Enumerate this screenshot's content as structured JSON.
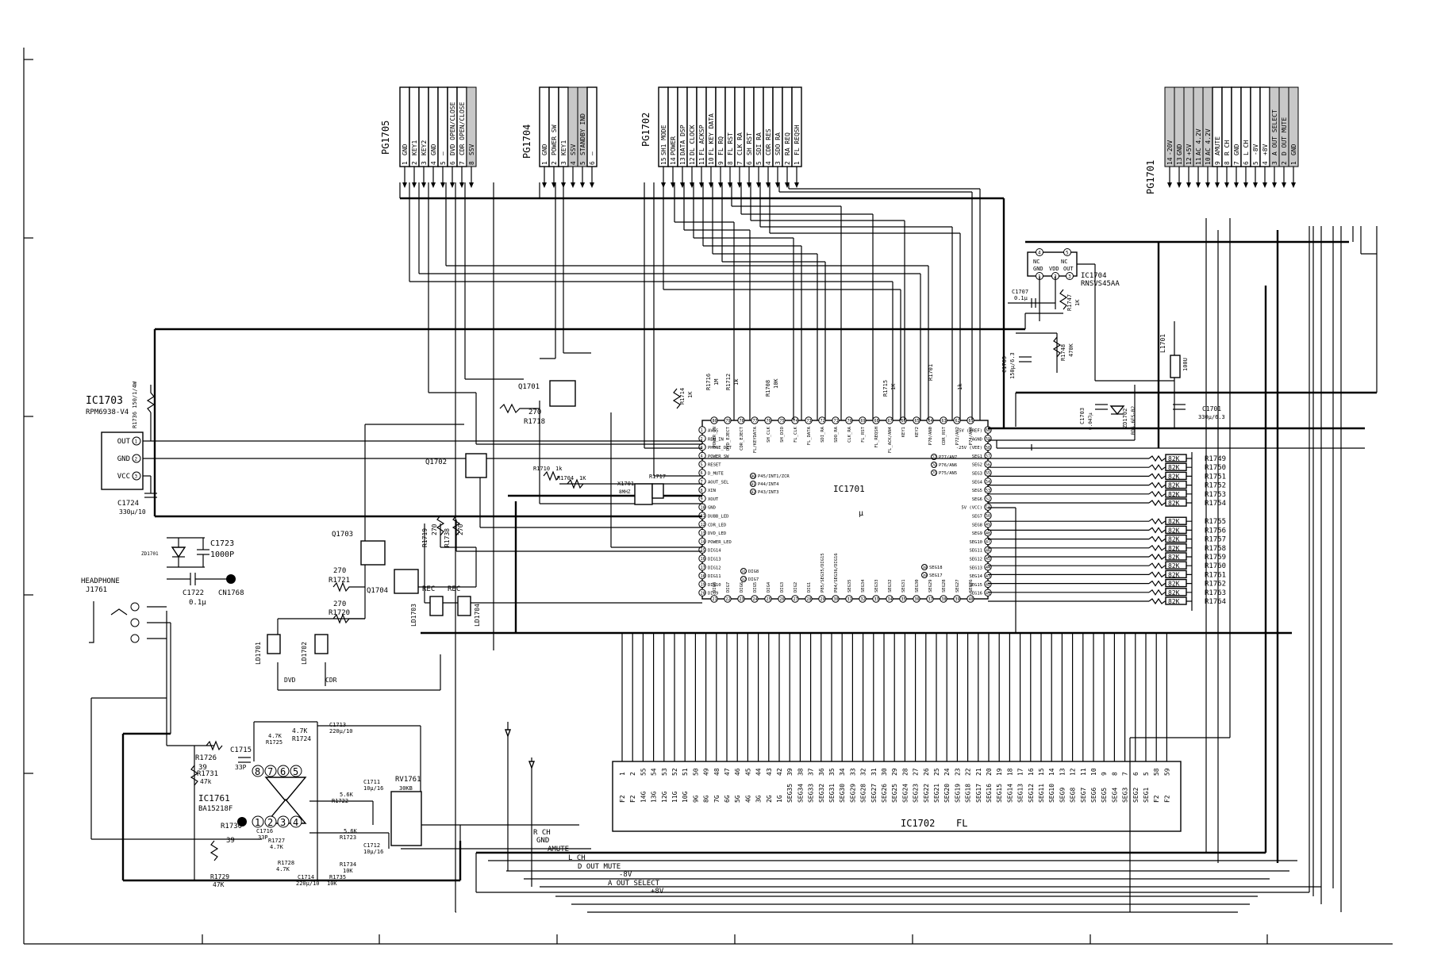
{
  "connectors": [
    {
      "id": "PG1705",
      "label": "PG1705",
      "pins": [
        {
          "n": "1",
          "name": "GND"
        },
        {
          "n": "2",
          "name": "KEY1"
        },
        {
          "n": "3",
          "name": "KEY2"
        },
        {
          "n": "4",
          "name": "GND"
        },
        {
          "n": "5",
          "name": "—"
        },
        {
          "n": "6",
          "name": "DVD OPEN/CLOSE"
        },
        {
          "n": "7",
          "name": "CDR OPEN/CLOSE"
        },
        {
          "n": "8",
          "name": "SSV"
        }
      ]
    },
    {
      "id": "PG1704",
      "label": "PG1704",
      "pins": [
        {
          "n": "1",
          "name": "GND"
        },
        {
          "n": "2",
          "name": "POWER SW"
        },
        {
          "n": "3",
          "name": "KEY1"
        },
        {
          "n": "4",
          "name": "SSV"
        },
        {
          "n": "5",
          "name": "STANDBY IND"
        },
        {
          "n": "6",
          "name": "—"
        }
      ]
    },
    {
      "id": "PG1702",
      "label": "PG1702",
      "pins": [
        {
          "n": "15",
          "name": "SH1 MODE"
        },
        {
          "n": "14",
          "name": "POWER"
        },
        {
          "n": "13",
          "name": "DATA DSP"
        },
        {
          "n": "12",
          "name": "DL CLOCK"
        },
        {
          "n": "11",
          "name": "FL ACKSP"
        },
        {
          "n": "10",
          "name": "FL KEY DATA"
        },
        {
          "n": "9",
          "name": "FL RQ"
        },
        {
          "n": "8",
          "name": "FL RST"
        },
        {
          "n": "7",
          "name": "CLK RA"
        },
        {
          "n": "6",
          "name": "SH RST"
        },
        {
          "n": "5",
          "name": "SDI RA"
        },
        {
          "n": "4",
          "name": "CDR RES"
        },
        {
          "n": "3",
          "name": "SDO RA"
        },
        {
          "n": "2",
          "name": "RA REQ"
        },
        {
          "n": "1",
          "name": "FL REQSH"
        }
      ]
    },
    {
      "id": "PG1701",
      "label": "PG1701",
      "pins": [
        {
          "n": "14",
          "name": "-20V"
        },
        {
          "n": "13",
          "name": "GND"
        },
        {
          "n": "12",
          "name": "+5V"
        },
        {
          "n": "11",
          "name": "AC 4.2V"
        },
        {
          "n": "10",
          "name": "AC 4.2V"
        },
        {
          "n": "9",
          "name": "AMUTE"
        },
        {
          "n": "8",
          "name": "R CH"
        },
        {
          "n": "7",
          "name": "GND"
        },
        {
          "n": "6",
          "name": "L CH"
        },
        {
          "n": "5",
          "name": "-8V"
        },
        {
          "n": "4",
          "name": "+8V"
        },
        {
          "n": "3",
          "name": "A OUT SELECT"
        },
        {
          "n": "2",
          "name": "D OUT MUTE"
        },
        {
          "n": "1",
          "name": "GND"
        }
      ]
    }
  ],
  "ic1703": {
    "ref": "IC1703",
    "part": "RPM6938-V4",
    "pins": [
      {
        "n": "1",
        "name": "OUT"
      },
      {
        "n": "2",
        "name": "GND"
      },
      {
        "n": "3",
        "name": "VCC"
      }
    ]
  },
  "ic1704": {
    "ref": "IC1704",
    "part": "RNSVS45AA",
    "pin_names": [
      "NC",
      "NC",
      "GND",
      "VDD",
      "OUT"
    ],
    "pin_nums": [
      "4",
      "5",
      "1",
      "2",
      "3"
    ]
  },
  "ic1701": {
    "ref": "IC1701",
    "mu": "μ",
    "left_pins": [
      {
        "n": "1",
        "name": "AVSS"
      },
      {
        "n": "2",
        "name": "REM_IN"
      },
      {
        "n": "3",
        "name": "PHONE_DET"
      },
      {
        "n": "4",
        "name": "POWER_SW"
      },
      {
        "n": "5",
        "name": "RESET"
      },
      {
        "n": "6",
        "name": "D_MUTE"
      },
      {
        "n": "7",
        "name": "AOUT_SEL"
      },
      {
        "n": "8",
        "name": "XIN"
      },
      {
        "n": "9",
        "name": "XOUT"
      },
      {
        "n": "10",
        "name": "GND"
      },
      {
        "n": "11",
        "name": "DUBB_LED"
      },
      {
        "n": "12",
        "name": "CDR_LED"
      },
      {
        "n": "13",
        "name": "DVD_LED"
      },
      {
        "n": "14",
        "name": "POWER_LED"
      },
      {
        "n": "15",
        "name": "DIG14"
      },
      {
        "n": "16",
        "name": "DIG13"
      },
      {
        "n": "17",
        "name": "DIG12"
      },
      {
        "n": "18",
        "name": "DIG11"
      },
      {
        "n": "19",
        "name": "DIG10"
      },
      {
        "n": "20",
        "name": "DIG9"
      }
    ],
    "right_pins": [
      {
        "n": "60",
        "name": "5V (VREF)"
      },
      {
        "n": "59",
        "name": "AGND"
      },
      {
        "n": "58",
        "name": "-25V (VEE)"
      },
      {
        "n": "57",
        "name": "SEG1"
      },
      {
        "n": "56",
        "name": "SEG2"
      },
      {
        "n": "55",
        "name": "SEG3"
      },
      {
        "n": "54",
        "name": "SEG4"
      },
      {
        "n": "53",
        "name": "SEG5"
      },
      {
        "n": "52",
        "name": "SEG6"
      },
      {
        "n": "51",
        "name": "5V (VCC)"
      },
      {
        "n": "50",
        "name": "SEG7"
      },
      {
        "n": "49",
        "name": "SEG8"
      },
      {
        "n": "48",
        "name": "SEG9"
      },
      {
        "n": "47",
        "name": "SEG10"
      },
      {
        "n": "46",
        "name": "SEG11"
      },
      {
        "n": "45",
        "name": "SEG12"
      },
      {
        "n": "44",
        "name": "SEG13"
      },
      {
        "n": "43",
        "name": "SEG14"
      },
      {
        "n": "42",
        "name": "SEG15"
      },
      {
        "n": "41",
        "name": "SEG16"
      }
    ],
    "top_pins": [
      {
        "n": "80",
        "name": "POWER_ON"
      },
      {
        "n": "79",
        "name": "DVD_EJECT"
      },
      {
        "n": "78",
        "name": "CDR_EJECT"
      },
      {
        "n": "77",
        "name": "FL/KEYDATA"
      },
      {
        "n": "76",
        "name": "SH_CLK"
      },
      {
        "n": "75",
        "name": "SH_DIO"
      },
      {
        "n": "74",
        "name": "FL_CLK"
      },
      {
        "n": "73",
        "name": "FL_DATA"
      },
      {
        "n": "72",
        "name": "SDI_RA"
      },
      {
        "n": "71",
        "name": "SDO_RA"
      },
      {
        "n": "70",
        "name": "CLK_RA"
      },
      {
        "n": "69",
        "name": "FL_RST"
      },
      {
        "n": "68",
        "name": "FL_REQSH"
      },
      {
        "n": "67",
        "name": "FL_ACK/AN4"
      },
      {
        "n": "66",
        "name": "KEY1"
      },
      {
        "n": "65",
        "name": "KEY2"
      },
      {
        "n": "64",
        "name": "P70/AN0"
      },
      {
        "n": "63",
        "name": "CDR_RST"
      },
      {
        "n": "62",
        "name": "P72/AN2"
      },
      {
        "n": "61",
        "name": "P74/AN4"
      }
    ],
    "bottom_pins": [
      {
        "n": "21",
        "name": "DIG8"
      },
      {
        "n": "22",
        "name": "DIG7"
      },
      {
        "n": "23",
        "name": "DIG6"
      },
      {
        "n": "24",
        "name": "DIG5"
      },
      {
        "n": "25",
        "name": "DIG4"
      },
      {
        "n": "26",
        "name": "DIG3"
      },
      {
        "n": "27",
        "name": "DIG2"
      },
      {
        "n": "28",
        "name": "DIG1"
      },
      {
        "n": "29",
        "name": "P85/SEG35/DIG15"
      },
      {
        "n": "30",
        "name": "P84/SEG36/DIG16"
      },
      {
        "n": "31",
        "name": "SEG35"
      },
      {
        "n": "32",
        "name": "SEG34"
      },
      {
        "n": "33",
        "name": "SEG33"
      },
      {
        "n": "34",
        "name": "SEG32"
      },
      {
        "n": "35",
        "name": "SEG31"
      },
      {
        "n": "36",
        "name": "SEG30"
      },
      {
        "n": "37",
        "name": "SEG29"
      },
      {
        "n": "38",
        "name": "SEG28"
      },
      {
        "n": "39",
        "name": "SEG27"
      },
      {
        "n": "40",
        "name": "SEG26"
      }
    ],
    "inner_left": [
      "P45/INT1/ZCR",
      "P44/INT4",
      "P43/INT3"
    ],
    "inner_left_nums": [
      "80",
      "81",
      "82"
    ],
    "inner_right": [
      "P77/AN7",
      "P76/AN6",
      "P75/AN5"
    ],
    "inner_right_nums": [
      "77",
      "76",
      "75"
    ],
    "inner_bottom": [
      "DIG8",
      "DIG7"
    ],
    "inner_bottom_nums": [
      "31",
      "32"
    ],
    "inner_br": [
      "SEG18",
      "SEG17"
    ],
    "inner_br_nums": [
      "38",
      "39"
    ]
  },
  "ic1702": {
    "ref": "IC1702",
    "label": "FL",
    "pin_pairs": [
      [
        "F2",
        "1"
      ],
      [
        "F2",
        "2"
      ],
      [
        "14G",
        "55"
      ],
      [
        "13G",
        "54"
      ],
      [
        "12G",
        "53"
      ],
      [
        "11G",
        "52"
      ],
      [
        "10G",
        "51"
      ],
      [
        "9G",
        "50"
      ],
      [
        "8G",
        "49"
      ],
      [
        "7G",
        "48"
      ],
      [
        "6G",
        "47"
      ],
      [
        "5G",
        "46"
      ],
      [
        "4G",
        "45"
      ],
      [
        "3G",
        "44"
      ],
      [
        "2G",
        "43"
      ],
      [
        "1G",
        "42"
      ],
      [
        "SEG35",
        "39"
      ],
      [
        "SEG34",
        "38"
      ],
      [
        "SEG33",
        "37"
      ],
      [
        "SEG32",
        "36"
      ],
      [
        "SEG31",
        "35"
      ],
      [
        "SEG30",
        "34"
      ],
      [
        "SEG29",
        "33"
      ],
      [
        "SEG28",
        "32"
      ],
      [
        "SEG27",
        "31"
      ],
      [
        "SEG26",
        "30"
      ],
      [
        "SEG25",
        "29"
      ],
      [
        "SEG24",
        "28"
      ],
      [
        "SEG23",
        "27"
      ],
      [
        "SEG22",
        "26"
      ],
      [
        "SEG21",
        "25"
      ],
      [
        "SEG20",
        "24"
      ],
      [
        "SEG19",
        "23"
      ],
      [
        "SEG18",
        "22"
      ],
      [
        "SEG17",
        "21"
      ],
      [
        "SEG16",
        "20"
      ],
      [
        "SEG15",
        "19"
      ],
      [
        "SEG14",
        "18"
      ],
      [
        "SEG13",
        "17"
      ],
      [
        "SEG12",
        "16"
      ],
      [
        "SEG11",
        "15"
      ],
      [
        "SEG10",
        "14"
      ],
      [
        "SEG9",
        "13"
      ],
      [
        "SEG8",
        "12"
      ],
      [
        "SEG7",
        "11"
      ],
      [
        "SEG6",
        "10"
      ],
      [
        "SEG5",
        "9"
      ],
      [
        "SEG4",
        "8"
      ],
      [
        "SEG3",
        "7"
      ],
      [
        "SEG2",
        "6"
      ],
      [
        "SEG1",
        "5"
      ],
      [
        "F2",
        "58"
      ],
      [
        "F2",
        "59"
      ]
    ]
  },
  "ic1761": {
    "ref": "IC1761",
    "part": "BA15218F",
    "top_pins": [
      "8",
      "7",
      "6",
      "5"
    ],
    "bottom_pins": [
      "1",
      "2",
      "3",
      "4"
    ]
  },
  "right_resistors": {
    "value": "82K",
    "refs": [
      "R1749",
      "R1750",
      "R1751",
      "R1752",
      "R1753",
      "R1754",
      "R1755",
      "R1756",
      "R1757",
      "R1758",
      "R1759",
      "R1760",
      "R1761",
      "R1762",
      "R1763",
      "R1764"
    ]
  },
  "parts": {
    "r1736": "R1736 150/1/4W",
    "c1724": "C1724",
    "c1724_val": "330μ/10",
    "zd1701": "ZD1701",
    "c1723": "C1723",
    "c1723_val": "1000P",
    "c1722": "C1722",
    "c1722_val": "0.1μ",
    "cn1768": "CN1768",
    "headphone": "HEADPHONE",
    "j1761": "J1761",
    "q1701": "Q1701",
    "r1718_val": "270",
    "r1718": "R1718",
    "q1702": "Q1702",
    "q1703": "Q1703",
    "q1704": "Q1704",
    "r1721_val": "270",
    "r1721": "R1721",
    "r1720_val": "270",
    "r1720": "R1720",
    "r1719": "R1719",
    "r1719_val": "270",
    "r1738": "R1738",
    "r1738_val": "270",
    "r1710": "R1710",
    "r1710_val": "1k",
    "r1704": "R1704",
    "r1704_val": "1K",
    "x1701": "X1701",
    "x1701_val": "8MHZ",
    "r1717": "R1717",
    "rec1": "REC",
    "rec2": "REC",
    "ld1703": "LD1703",
    "ld1704": "LD1704",
    "ld1701": "LD1701",
    "ld1702": "LD1702",
    "dvd": "DVD",
    "cdr": "CDR",
    "r1714": "R1714",
    "r1714_val": "1K",
    "r1716": "R1716",
    "r1716_val": "1M",
    "r1712": "R1712",
    "r1712_val": "1k",
    "r1708": "R1708",
    "r1708_val": "10K",
    "r1715": "R1715",
    "r1715_val": "1K",
    "r1701": "R1701",
    "r1701_val": "1k",
    "c1707": "C1707",
    "c1707_val": "0.1μ",
    "c1705": "C1705",
    "c1705_val": "150μ/6.3",
    "c1703": "C1703",
    "c1703_val": "0.047μ",
    "zd1702": "ZD1702",
    "zd1702_val": "RD5.6ES-B2",
    "r1747": "R1747",
    "r1747_val": "1K",
    "r1748": "R1748",
    "r1748_val": "470K",
    "l1701": "L1701",
    "l1701_val": "100U",
    "c1701": "C1701",
    "c1701_val": "330μ/6.3",
    "r1726": "R1726",
    "r1726_val": "39",
    "c1715": "C1715",
    "c1715_val": "33P",
    "r1725_val": "4.7K",
    "r1725": "R1725",
    "r1724_val": "4.7K",
    "r1724": "R1724",
    "c1713": "C1713",
    "c1713_val": "220μ/10",
    "r1731": "R1731",
    "r1731_val": "47k",
    "r1730": "R1730",
    "r1730_val": "39",
    "c1716": "C1716",
    "c1716_val": "33P",
    "r1727": "R1727",
    "r1727_val": "4.7K",
    "r1728": "R1728",
    "r1728_val": "4.7K",
    "r1729": "R1729",
    "r1729_val": "47K",
    "c1714": "C1714",
    "c1714_val": "220μ/10",
    "r1735": "R1735",
    "r1735_val": "10K",
    "r1734": "R1734",
    "r1734_val": "10K",
    "r1722": "R1722",
    "r1722_val": "5.6K",
    "r1723": "R1723",
    "r1723_val": "5.6K",
    "c1711": "C1711",
    "c1711_val": "10μ/16",
    "c1712": "C1712",
    "c1712_val": "10μ/16",
    "rv1761": "RV1761",
    "rv1761_val": "30KB"
  },
  "bottom_signals": [
    "R CH",
    "GND",
    "AMUTE",
    "L CH",
    "D OUT MUTE",
    "-8V",
    "A OUT SELECT",
    "+8V"
  ]
}
